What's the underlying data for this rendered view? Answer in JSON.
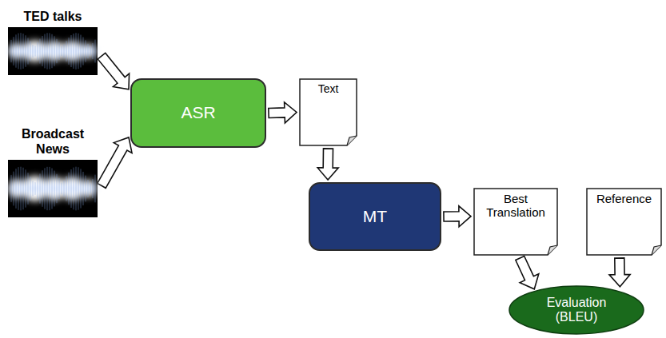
{
  "diagram": {
    "nodes": [
      {
        "text": [
          "TED talks"
        ]
      },
      {
        "text": [
          "Broadcast News"
        ]
      },
      {
        "text": [
          "ASR"
        ]
      },
      {
        "text": [
          "Text"
        ]
      },
      {
        "text": [
          "MT"
        ]
      },
      {
        "text": [
          "Best Translation"
        ]
      },
      {
        "text": [
          "Reference"
        ]
      },
      {
        "text": [
          "Evaluation (BLEU)"
        ]
      }
    ],
    "edges": [
      {
        "from": 0,
        "to": 2,
        "arrow": "to"
      },
      {
        "from": 1,
        "to": 2,
        "arrow": "to"
      },
      {
        "from": 2,
        "to": 3,
        "arrow": "to"
      },
      {
        "from": 3,
        "to": 4,
        "arrow": "to"
      },
      {
        "from": 4,
        "to": 5,
        "arrow": "to"
      },
      {
        "from": 5,
        "to": 7,
        "arrow": "to"
      },
      {
        "from": 6,
        "to": 7,
        "arrow": "to"
      }
    ]
  }
}
